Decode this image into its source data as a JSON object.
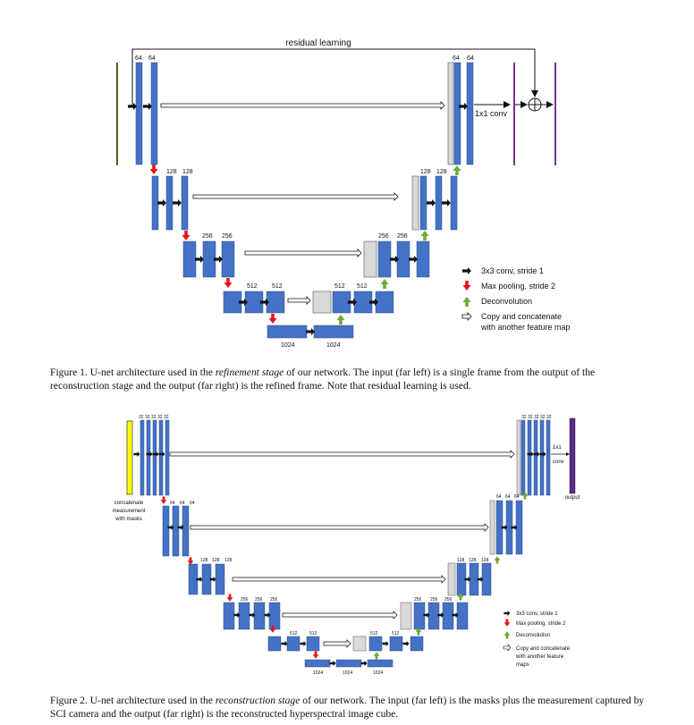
{
  "figure1": {
    "residual_label": "residual learning",
    "conv1x1_label": "1x1 conv",
    "level_labels": {
      "l1_left": [
        "64",
        "64"
      ],
      "l1_right": [
        "64",
        "64"
      ],
      "l2_left": [
        "128",
        "128"
      ],
      "l2_right": [
        "128",
        "128"
      ],
      "l3_left": [
        "256",
        "256"
      ],
      "l3_right": [
        "256",
        "256"
      ],
      "l4_left": [
        "512",
        "512"
      ],
      "l4_right": [
        "512",
        "512"
      ],
      "bottom": [
        "1024",
        "1024"
      ]
    },
    "legend": [
      {
        "icon": "black-arrow-icon",
        "text": "3x3 conv, stride 1"
      },
      {
        "icon": "red-down-arrow-icon",
        "text": "Max pooling, stride 2"
      },
      {
        "icon": "green-up-arrow-icon",
        "text": "Deconvolution"
      },
      {
        "icon": "hollow-arrow-icon",
        "text": "Copy and concatenate",
        "text2": "with another feature map"
      }
    ],
    "caption": {
      "prefix": "Figure 1.",
      "text_a": " U-net architecture used in the ",
      "em": "refinement stage",
      "text_b": " of our network.  The input (far left) is a single frame from the output of the reconstruction stage and the output (far right) is the refined frame. Note that residual learning is used."
    }
  },
  "figure2": {
    "input_label": [
      "concatenate",
      "measurement",
      "with masks"
    ],
    "output_label": "output",
    "conv1x1_label": [
      "1x1",
      "conv"
    ],
    "level_labels": {
      "l1_left": [
        "32",
        "32",
        "32",
        "32",
        "32"
      ],
      "l1_right": [
        "32",
        "32",
        "32",
        "32",
        "32"
      ],
      "l2_left": [
        "64",
        "64",
        "64"
      ],
      "l2_right": [
        "64",
        "64",
        "64"
      ],
      "l3_left": [
        "128",
        "128",
        "128"
      ],
      "l3_right": [
        "128",
        "128",
        "128"
      ],
      "l4_left": [
        "256",
        "256",
        "256"
      ],
      "l4_right": [
        "256",
        "256",
        "256"
      ],
      "l5_left": [
        "512",
        "512"
      ],
      "l5_right": [
        "512",
        "512"
      ],
      "bottom": [
        "1024",
        "1024",
        "1024"
      ]
    },
    "legend": [
      {
        "icon": "black-arrow-icon",
        "text": "3x3 conv, stride 1"
      },
      {
        "icon": "red-down-arrow-icon",
        "text": "Max pooling, stride 2"
      },
      {
        "icon": "green-up-arrow-icon",
        "text": "Deconvolution"
      },
      {
        "icon": "hollow-arrow-icon",
        "text": "Copy and concatenate",
        "text2": "with another feature",
        "text3": "maps"
      }
    ],
    "caption": {
      "prefix": "Figure 2.",
      "text_a": " U-net architecture used in the ",
      "em": "reconstruction stage",
      "text_b": " of our network. The input (far left) is the masks plus the measurement captured by SCI camera and the output (far right) is the reconstructed hyperspectral image cube."
    }
  },
  "colors": {
    "block": "#4472c4",
    "block_edge": "#2f4f8f",
    "copy_block": "#d9d9d9",
    "input_fig1": "#5a5a1e",
    "output_fig1": "#7a2f8f",
    "input_fig2": "#ffff00",
    "output_fig2": "#5b2a8a",
    "pool": "#e8141a",
    "deconv": "#6aab3a"
  }
}
